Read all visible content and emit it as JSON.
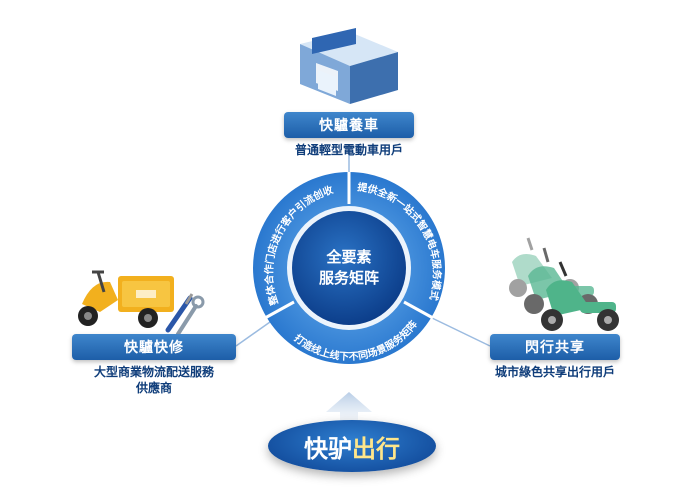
{
  "center": {
    "line1": "全要素",
    "line2": "服务矩阵"
  },
  "ring_segments": [
    {
      "text": "整体合作门店进行客户引流创收"
    },
    {
      "text": "提供全新一站式智慧电车服务模式"
    },
    {
      "text": "打造线上线下不同场景服务矩阵"
    }
  ],
  "top_node": {
    "title": "快驢養車",
    "desc": "普通輕型電動車用戶"
  },
  "left_node": {
    "title": "快驢快修",
    "desc_line1": "大型商業物流配送服務",
    "desc_line2": "供應商"
  },
  "right_node": {
    "title": "閃行共享",
    "desc": "城市綠色共享出行用戶"
  },
  "brand": {
    "part1": "快驴",
    "part2": "出行"
  },
  "colors": {
    "primary": "#1d5ea8",
    "ring": "#3f8fe0",
    "center": "#0b3f8f",
    "accent": "#ffe68a",
    "label": "#0f3d7a"
  },
  "icons": [
    "store-building-icon",
    "delivery-tricycle-icon",
    "wrench-screwdriver-icon",
    "shared-scooters-icon",
    "up-arrow-icon"
  ]
}
